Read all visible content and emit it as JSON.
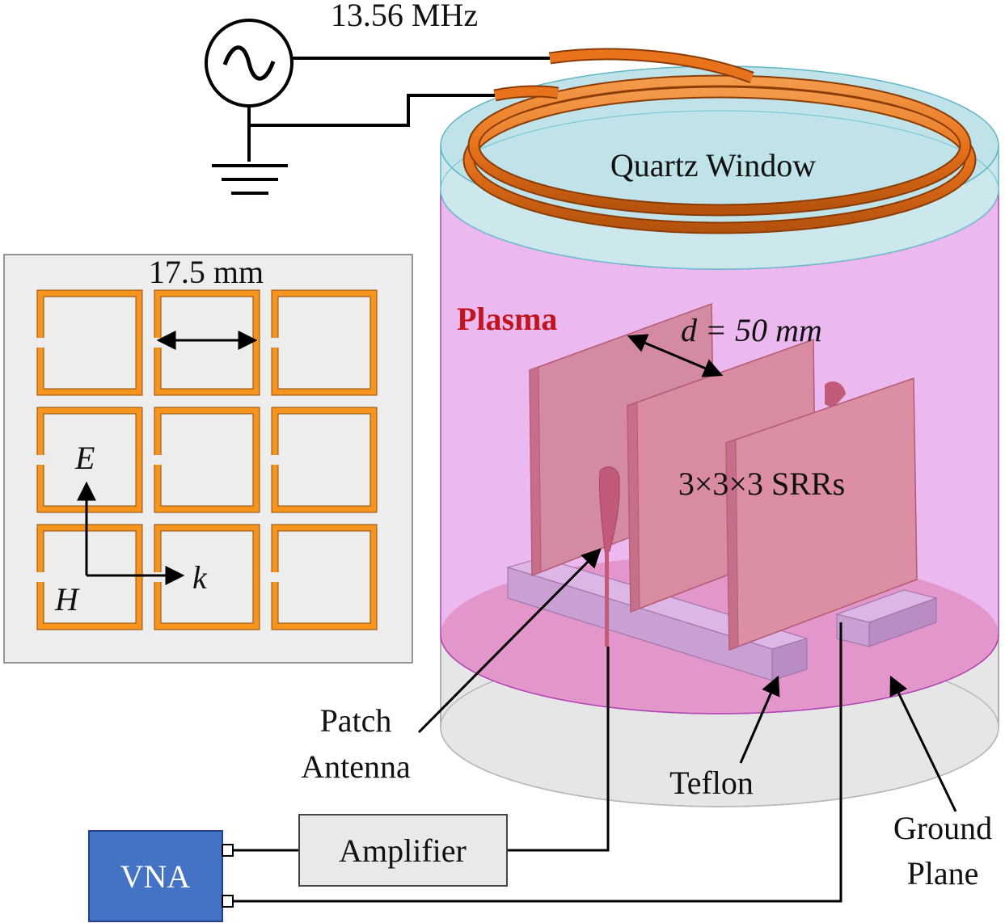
{
  "source": {
    "frequency": "13.56 MHz"
  },
  "chamber": {
    "window_label": "Quartz Window",
    "plasma_label": "Plasma",
    "spacing_label": "d = 50 mm",
    "srr_label": "3×3×3 SRRs"
  },
  "inset": {
    "size_label": "17.5 mm",
    "e_label": "E",
    "h_label": "H",
    "k_label": "k"
  },
  "callouts": {
    "patch_antenna": [
      "Patch",
      "Antenna"
    ],
    "teflon": "Teflon",
    "ground_plane": [
      "Ground",
      "Plane"
    ]
  },
  "instruments": {
    "amplifier": "Amplifier",
    "vna": "VNA"
  },
  "colors": {
    "coil": "#e8731c",
    "plasma": "#dd7ee3",
    "quartz": "#b4dde4",
    "srr_board": "#d87c95",
    "teflon": "#cfa2d8",
    "ground": "#e8b4a8",
    "srr_ring": "#f7941d",
    "vna": "#4472c4",
    "plasma_text": "#c0141e"
  }
}
